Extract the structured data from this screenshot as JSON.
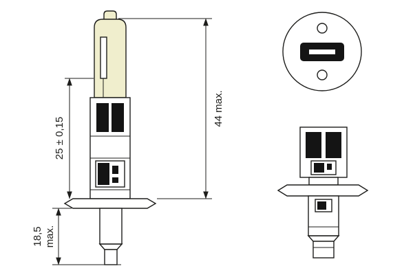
{
  "dimensions": {
    "electrode_length": "25 ± 0,15",
    "base_length_line1": "18,5",
    "base_length_line2": "max.",
    "overall_length": "44 max."
  },
  "colors": {
    "glass": "#f0eecd",
    "line": "#1d1d1b",
    "contact": "#141414",
    "background": "#ffffff"
  }
}
